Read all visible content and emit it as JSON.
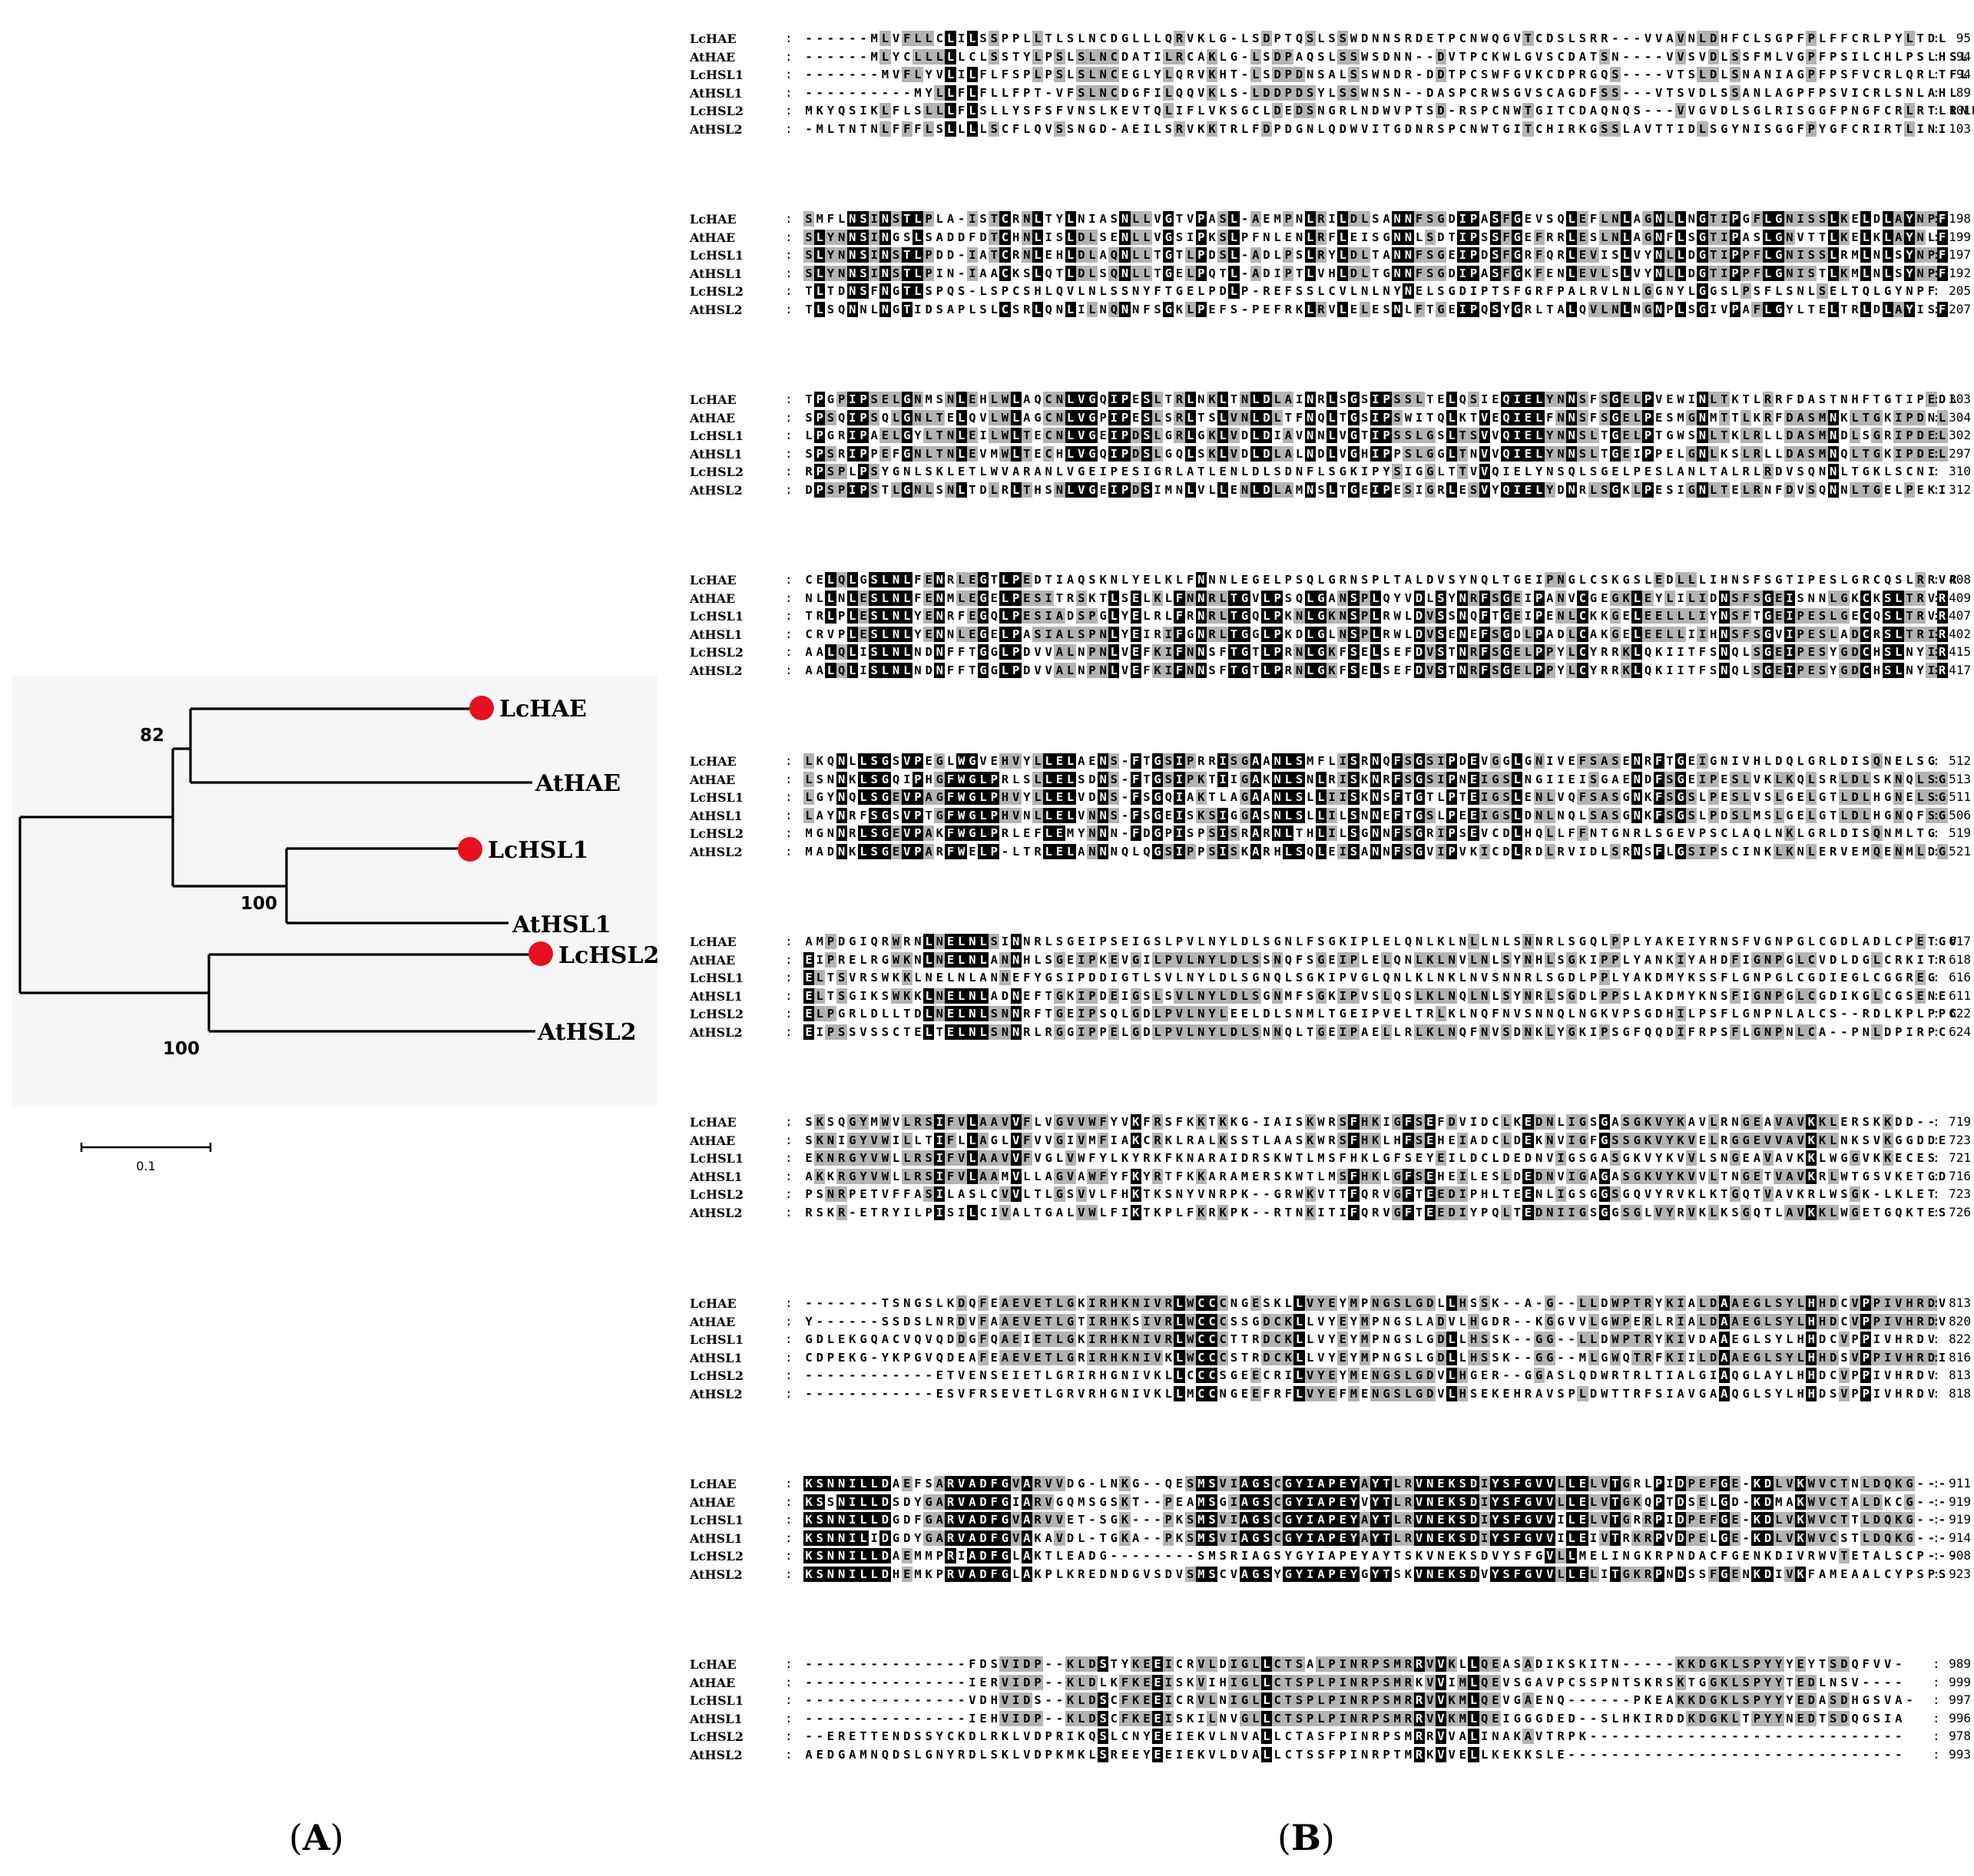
{
  "panels": {
    "a_open": "(",
    "a_letter": "A",
    "a_close": ")",
    "b_open": "(",
    "b_letter": "B",
    "b_close": ")"
  },
  "tree": {
    "taxa": [
      "LcHAE",
      "AtHAE",
      "LcHSL1",
      "AtHSL1",
      "LcHSL2",
      "AtHSL2"
    ],
    "marked_taxa": [
      "LcHAE",
      "LcHSL1",
      "LcHSL2"
    ],
    "marker_color": "#e8101e",
    "bootstrap": [
      "82",
      "100",
      "100"
    ],
    "scale_label": "0.1"
  },
  "alignment": {
    "names": [
      "LcHAE",
      "AtHAE",
      "LcHSL1",
      "AtHSL1",
      "LcHSL2",
      "AtHSL2"
    ],
    "blocks": [
      {
        "seqs": [
          "------MLVFLLCLILSSPPLLTLSLNCDGLLLQRVKLG-LSDPTQSLSSWDNNSRDETPCNWQGVTCDSLSRR---VVAVNLDHFCLSGPFPLFFCRLPYLTDL",
          "------MLYCLLLLLCLSSTYLPSLSLNCDATILRCAKLG-LSDPAQSLSSWSDNN--DVTPCKWLGVSCDATSN----VVSVDLSSFMLVGPFPSILCHLPSLHSL",
          "-------MVFLYVLILFLFSPLPSLSLNCEGLYLQRVKHT-LSDPDNSALSSWNDR-DDTPCSWFGVKCDPRGQS----VTSLDLSNANIAGPFPSFVCRLQRLTFL",
          "----------MYLLFLFLLFPT-VFSLNCDGFILQQVKLS-LDDPDSYLSSWNSN--DASPCRWSGVSCAGDFSS---VTSVDLSSANLAGPFPSVICRLSNLAHL",
          "MKYQSIKLFLSLLLFLSLLYSFSFVNSLKEVTQLIFLVKSGCLDEDSNGRLNDWVPTSD-RSPCNWTGITCDAQNQS---VVGVDLSGLRISGGFPNGFCRLRTLRNL",
          "-MLTNTNLFFFLSLLLLSCFLQVSSNGD-AEILSRVKKTRLFDPDGNLQDWVITGDNRSPCNWTGITCHIRKGSSLAVTTIDLSGYNISGGFPYGFCRIRTLINI"
        ],
        "ends": [
          "95",
          "94",
          "94",
          "89",
          "101",
          "103"
        ]
      },
      {
        "seqs": [
          "SMFLNSINSTLPLA-ISTCRNLTYLNIASNLLVGTVPASL-AEMPNLRILDLSANNFSGDIPASFGEVSQLEFLNLAGNLLNGTIPGFLGNISSLKELDLAYNPF",
          "SLYNNSINGSLSADDFDTCHNLISLDLSENLLVGSIPKSLPFNLENLRFLEISGNNLSDTIPSSFGEFRRLESLNLAGNFLSGTIPASLGNVTTLKELKLAYNLF",
          "SLYNNSINSTLPDD-IATCRNLEHLDLAQNLLTGTLPDSL-ADLPSLRYLDLTANNFSGEIPDSFGRFQRLEVISLVYNLLDGTIPPFLGNISSLRMLNLSYNPF",
          "SLYNNSINSTLPIN-IAACKSLQTLDLSQNLLTGELPQTL-ADIPTLVHLDLTGNNFSGDIPASFGKFENLEVLSLVYNLLDGTIPPFLGNISTLKMLNLSYNPF",
          "TLTDNSFNGTLSPQS-LSPCSHLQVLNLSSNYFTGELPDLP-REFSSLCVLNLNYNELSGDIPTSFGRFPALRVLNLGGNYLGGSLPSFLSNLSELTQLGYNPF",
          "TLSQNNLNGTIDSAPLSLCSRLQNLILNQNNFSGKLPEFS-PEFRKLRVLELESNLFTGEIPQSYGRLTALQVLNLNGNPLSGIVPAFLGYLTELTRLDLAYISF"
        ],
        "ends": [
          "198",
          "199",
          "197",
          "192",
          "205",
          "207"
        ]
      },
      {
        "seqs": [
          "TPGPIPSELGNMSNLEHLWLAQCNLVGQIPESLTRLNKLTNLDLAINRLSGSIPSSLTELQSIEQIELYNNSFSGELPVEWINLTKTLRRFDASTNHFTGTIPEDL",
          "SPSQIPSQLGNLTELQVLWLAGCNLVGPIPESLSRLTSLVNLDLTFNQLTGSIPSWITQLKTVEQIELFNNSFSGELPESMGNMTTLKRFDASMNKLTGKIPDNL",
          "LPGRIPAELGYLTNLEILWLTECNLVGEIPDSLGRLGKLVDLDIAVNNLVGTIPSSLGSLTSVVQIELYNNSLTGELPTGWSNLTKLRLLDASMNDLSGRIPDEL",
          "SPSRIPPEFGNLTNLEVMWLTECHLVGQIPDSLGQLSKLVDLDLALNDLVGHIPPSLGGLTNVVQIELYNNSLTGEIPPELGNLKSLRLLDASMNQLTGKIPDEL",
          "RPSPLPSYGNLSKLETLWVARANLVGEIPESIGRLATLENLDLSDNFLSGKIPYSIGGLTTVVQIELYNSQLSGELPESLANLTALRLRDVSQNNLTGKLSCNI",
          "DPSPIPSTLGNLSNLTDLRLTHSNLVGEIPDSIMNLVLLENLDLAMNSLTGEIPESIGRLESVYQIELYDNRLSGKLPESIGNLTELRNFDVSQNNLTGELPEKI"
        ],
        "ends": [
          "303",
          "304",
          "302",
          "297",
          "310",
          "312"
        ]
      },
      {
        "seqs": [
          "CELQLGSLNLFENRLEGTLPEDTIAQSKNLYELKLFNNNLEGELPSQLGRNSPLTALDVSYNQLTGEIPNGLCSKGSLEDLLLIHNSFSGTIPESLGRCQSLRRVR",
          "NLLNLESLNLFENMLEGELPESITRSKTLSELKLFNNRLTGVLPSQLGANSPLQYVDLSYNRFSGEIPANVCGEGKLEYLILIDNSFSGEISNNLGKCKSLTRVR",
          "TRLPLESLNLYENRFEGQLPESIADSPGLYELRLFRNRLTGQLPKNLGKNSPLRWLDVSSNQFTGEIPENLCKKGELEELLLIYNSFTGEIPESLGECQSLTRVR",
          "CRVPLESLNLYENNLEGELPASIALSPNLYEIRIFGNRLTGGLPKDLGLNSPLRWLDVSENEFSGDLPADLCAKGELEELLIIHNSFSGVIPESLADCRSLTRIR",
          "AALQLISLNLNDNFFTGGLPDVVALNPNLVEFKIFNNSFTGTLPRNLGKFSELSEFDVSTNRFSGELPPYLCYRRKLQKIITFSNQLSGEIPESYGDCHSLNYIR",
          "AALQLISLNLNDNFFTGGLPDVVALNPNLVEFKIFNNSFTGTLPRNLGKFSELSEFDVSTNRFSGELPPYLCYRRKLQKIITFSNQLSGEIPESYGDCHSLNYIR"
        ],
        "ends": [
          "408",
          "409",
          "407",
          "402",
          "415",
          "417"
        ]
      },
      {
        "seqs": [
          "LKQNLLSGSVPEGLWGVEHVYLLELAENS-FTGSIPRRISGAANLSMFLISRNQFSGSIPDEVGGLGNIVEFSASENRFTGEIGNIVHLDQLGRLDISQNELSG",
          "LSNNKLSGQIPHGFWGLPRLSLLELSDNS-FTGSIPKTIIGAKNLSNLRISKNRFSGSIPNEIGSLNGIIEISGAENDFSGEIPESLVKLKQLSRLDLSKNQLSG",
          "LGYNQLSGEVPAGFWGLPHVYLLELVDNS-FSGQIAKTLAGAANLSLLIISKNSFTGTLPTEIGSLENLVQFSASGNKFSGSLPESLVSLGELGTLDLHGNELSG",
          "LAYNRFSGSVPTGFWGLPHVNLLELVNNS-FSGEISKSIGGASNLSLLILSNNEFTGSLPEEIGSLDNLNQLSASGNKFSGSLPDSLMSLGELGTLDLHGNQFSG",
          "MGNNRLSGEVPAKFWGLPRLEFLEMYNNN-FDGPISPSISRARNLTHLILSGNNFSGRIPSEVCDLHQLLFFNTGNRLSGEVPSCLAQLNKLGRLDISQNMLTG",
          "MADNKLSGEVPARFWELP-LTRLELANNNQLQGSIPPSISKARHLSQLEISANNFSGVIPVKICDLRDLRVIDLSRNSFLGSIPSCINKLKNLERVEMQENMLDG"
        ],
        "ends": [
          "512",
          "513",
          "511",
          "506",
          "519",
          "521"
        ]
      },
      {
        "seqs": [
          "AMPDGIQRWRNLNELNLSINNRLSGEIPSEIGSLPVLNYLDLSGNLFSGKIPLELQNLKLNLLNLSNNRLSGQLPPLYAKEIYRNSFVGNPGLCGDLADLCPETGV",
          "EIPRELRGWKNLNELNLANNHLSGEIPKEVGILPVLNYLDLSSNQFSGEIPLELQNLKLNVLNLSYNHLSGKIPPLYANKIYAHDFIGNPGLCVDLDGLCRKITR",
          "ELTSVRSWKKLNELNLANNEFYGSIPDDIGTLSVLNYLDLSGNQLSGKIPVGLQNLKLNKLNVSNNRLSGDLPPLYAKDMYKSSFLGNPGLCGDIEGLCGGREG",
          "ELTSGIKSWKKLNELNLADNEFTGKIPDEIGSLSVLNYLDLSGNMFSGKIPVSLQSLKLNQLNLSYNRLSGDLPPSLAKDMYKNSFIGNPGLCGDIKGLCGSENE",
          "ELPGRLDLLTDLNELNLSNNRFTGEIPSQLGDLPVLNYLEELDLSNMLTGEIPVELTRLKLNQFNVSNNQLNGKVPSGDHILPSFLGNPNLALCS--RDLKPLPPC",
          "EIPSSVSSCTELTELNLSNNRLRGGIPPELGDLPVLNYLDLSNNQLTGEIPAELLRLKLNQFNVSDNKLYGKIPSGFQQDIFRPSFLGNPNLCA--PNLDPIRPC"
        ],
        "ends": [
          "617",
          "618",
          "616",
          "611",
          "622",
          "624"
        ]
      },
      {
        "seqs": [
          "SKSQGYMWVLRSIFVLAAVVFLVGVVWFYVKFRSFKKTKKG-IAISKWRSFHKIGFSEFDVIDCLKEDNLIGSGASGKVYKAVLRNGEAVAVKKLERSKKDD--",
          "SKNIGYVWILLTIFLLAGLVFVVGIVMFIAKCRKLRALKSSTLAASKWRSFHKLHFSEHEIADCLDEKNVIGFGSSGKVYKVELRGGEVVAVKKLNKSVKGGDDE",
          "EKNRGYVWLLRSIFVLAAVVFVGLVWFYLKYRKFKNARAIDRSKWTLMSFHKLGFSEYEILDCLDEDNVIGSGASGKVYKVVLSNGEAVAVKKLWGGVKKECES",
          "AKKRGYVWLLRSIFVLAAMVLLAGVAWFYFKYRTFKKARAMERSKWTLMSFHKLGFSEHEILESLDEDNVIGAGASGKVYKVVLTNGETVAVKRLWTGSVKETGD",
          "PSNRPETVFFASILASLCVVLTLGSVVLFHKTKSNYVNRPK--GRWKVTTFQRVGFTEEDIPHLTEENLIGSGGSGQVYRVKLKTGQTVAVKRLWSGK-LKLET",
          "RSKR-ETRYILPISILCIVALTGALVWLFIKTKPLFKRKPK--RTNKITIFQRVGFTEEDIYPQLTEDNIIGSGGSGLVYRVKLKSGQTLAVKKLWGETGQKTES"
        ],
        "ends": [
          "719",
          "723",
          "721",
          "716",
          "723",
          "726"
        ]
      },
      {
        "seqs": [
          "-------TSNGSLKDQFEAEVETLGKIRHKNIVRLWCCCNGESKLLVYEYMPNGSLGDLLHSSK--A-G--LLDWPTRYKIALDAAEGLSYLHHDCVPPIVHRDV",
          "Y------SSDSLNRDVFAAEVETLGTIRHKSIVRLWCCCSSGDCKLLVYEYMPNGSLADVLHGDR--KGGVVLGWPERLRIALDAAEGLSYLHHDCVPPIVHRDV",
          "GDLEKGQACVQVQDDGFQAEIETLGKIRHKNIVRLWCCCTTRDCKLLVYEYMPNGSLGDLLHSSK--GG--LLDWPTRYKIVDAAEGLSYLHHDCVPPIVHRDV",
          "CDPEKG-YKPGVQDEAFEAEVETLGRIRHKNIVKLWCCCSTRDCKLLVYEYMPNGSLGDLLHSSK--GG--MLGWQTRFKIILDAAEGLSYLHHDSVPPIVHRDI",
          "------------ETVENSEIETLGRIRHGNIVKLLCCCSGEECRILVYEYMENGSLGDVLHGER--GGASLQDWRTRLTIALGIAQGLAYLHHDCVPPIVHRDV",
          "------------ESVFRSEVETLGRVRHGNIVKLLMCCNGEEFRFLVYEFMENGSLGDVLHSEKEHRAVSPLDWTTRFSIAVGAAQGLSYLHHDSVPPIVHRDV"
        ],
        "ends": [
          "813",
          "820",
          "822",
          "816",
          "813",
          "818"
        ]
      },
      {
        "seqs": [
          "KSNNILLDAEFSARVADFGVARVVDG-LNKG--QESMSVIAGSCGYIAPEYAYTLRVNEKSDIYSFGVVLLELVTGRLPIDPEFGE-KDLVKWVCTNLDQKG---",
          "KSSNILLDSDYGARVADFGIARVGQMSGSKT--PEAMSGIAGSCGYIAPEYVYTLRVNEKSDIYSFGVVLLELVTGKQPTDSELGD-KDMAKWVCTALDKCG---",
          "KSNNILLDGDFGARVADFGVARVVET-SGK---PKSMSVIAGSCGYIAPEYAYTLRVNEKSDIYSFGVVILELVTGRRPIDPEFGE-KDLVKWVCTTLDQKG---",
          "KSNNILIDGDYGARVADFGVAKAVDL-TGKA--PKSMSVIAGSCGYIAPEYAYTLRVNEKSDIYSFGVVILEIVTRKRPVDPELGE-KDLVKWVCSTLDQKG---",
          "KSNNILLDAEMMPRIADFGLAKTLEADG--------SMSRIAGSYGYIAPEYAYTSKVNEKSDVYSFGVLLMELINGKRPNDACFGENKDIVRWVTETALSCP---",
          "KSNNILLDHEMKPRVADFGLAKPLKREDNDGVSDVSMSCVAGSYGYIAPEYGYTSKVNEKSDVYSFGVVLLELITGKRPNDSSFGENKDIVKFAMEAALCYPSPS"
        ],
        "ends": [
          "911",
          "919",
          "919",
          "914",
          "908",
          "923"
        ]
      },
      {
        "seqs": [
          "---------------FDSVIDP--KLDSTYKEEICRVLDIGLLCTSALPINRPSMRRVVKLLQEASADIKSKITN-----KKDGKLSPYYYEYTSDQFVV-",
          "---------------IERVIDP--KLDLKFKEEISKVIHIGLLCTSPLPINRPSMRKVVIMLQEVSGAVPCSSPNTSKRSKTGGKLSPYYTEDLNSV----",
          "---------------VDHVIDS--KLDSCFKEEICRVLNIGLLCTSPLPINRPSMRRVVKMLQEVGAENQ------PKEAKKDGKLSPYYYEDASDHGSVA-",
          "---------------IEHVIDP--KLDSCFKEEISKILNVGLLCTSPLPINRPSMRRVVKMLQEIGGGDED--SLHKIRDDKDGKLTPYYNEDTSDQGSIA",
          "--ERETTENDSSYCKDLRKLVDPRIKQSLCNYEEIEKVLNVALLCTASFPINRPSMRRVVALINAKAVTRPK-----------------------------",
          "AEDGAMNQDSLGNYRDLSKLVDPKMKLSREEYEEIEKVLDVALLCTSSFPINRPTMRKVVELLKEKKSLE-------------------------------"
        ],
        "ends": [
          "989",
          "999",
          "997",
          "996",
          "978",
          "993"
        ]
      }
    ]
  }
}
